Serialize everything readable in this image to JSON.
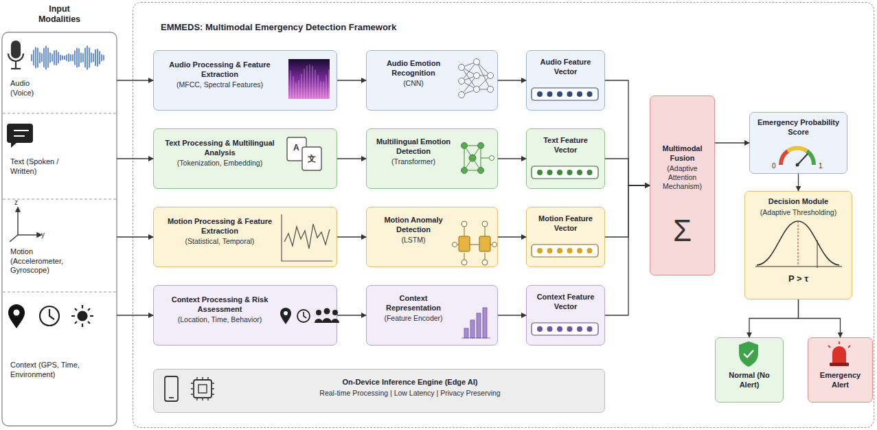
{
  "diagram": {
    "nodes": [
      {
        "text": [
          "Input Modalities"
        ]
      },
      {
        "text": [
          "Audio (Voice)"
        ],
        "in": 0
      },
      {
        "text": [
          "Text (Spoken / Written)"
        ],
        "in": 0
      },
      {
        "text": [
          "Motion (Accelerometer, Gyroscope)"
        ],
        "in": 0
      },
      {
        "text": [
          "Context (GPS, Time, Environment)"
        ],
        "in": 0
      },
      {
        "text": [
          "EMMEDS: Multimodal Emergency Detection Framework"
        ]
      },
      {
        "text": [
          "Audio Processing & Feature Extraction",
          "(MFCC, Spectral Features)"
        ],
        "in": 5
      },
      {
        "text": [
          "Audio Emotion Recognition",
          "(CNN)"
        ],
        "in": 5
      },
      {
        "text": [
          "Audio Feature Vector"
        ],
        "in": 5
      },
      {
        "text": [
          "Text Processing & Multilingual Analysis",
          "(Tokenization, Embedding)"
        ],
        "in": 5
      },
      {
        "text": [
          "Multilingual Emotion Detection",
          "(Transformer)"
        ],
        "in": 5
      },
      {
        "text": [
          "Text Feature Vector"
        ],
        "in": 5
      },
      {
        "text": [
          "Motion Processing & Feature Extraction",
          "(Statistical, Temporal)"
        ],
        "in": 5
      },
      {
        "text": [
          "Motion Anomaly Detection",
          "(LSTM)"
        ],
        "in": 5
      },
      {
        "text": [
          "Motion Feature Vector"
        ],
        "in": 5
      },
      {
        "text": [
          "Context Processing & Risk Assessment",
          "(Location, Time, Behavior)"
        ],
        "in": 5
      },
      {
        "text": [
          "Context Representation",
          "(Feature Encoder)"
        ],
        "in": 5
      },
      {
        "text": [
          "Context Feature Vector"
        ],
        "in": 5
      },
      {
        "text": [
          "Multimodal Fusion",
          "(Adaptive Attention Mechanism)",
          "Σ"
        ],
        "in": 5
      },
      {
        "text": [
          "Emergency Probability Score"
        ],
        "in": 5
      },
      {
        "text": [
          "Decision Module",
          "(Adaptive Thresholding)",
          "P > τ"
        ],
        "in": 5
      },
      {
        "text": [
          "Normal (No Alert)"
        ],
        "in": 5
      },
      {
        "text": [
          "Emergency Alert"
        ],
        "in": 5
      },
      {
        "text": [
          "On-Device Inference Engine (Edge AI)",
          "Real-time Processing | Low Latency | Privacy Preserving"
        ],
        "in": 5
      }
    ],
    "edges": [
      {
        "from": 1,
        "to": 6,
        "arrow": "to"
      },
      {
        "from": 2,
        "to": 9,
        "arrow": "to"
      },
      {
        "from": 3,
        "to": 12,
        "arrow": "to"
      },
      {
        "from": 4,
        "to": 15,
        "arrow": "to"
      },
      {
        "from": 6,
        "to": 7,
        "arrow": "to"
      },
      {
        "from": 7,
        "to": 8,
        "arrow": "to"
      },
      {
        "from": 9,
        "to": 10,
        "arrow": "to"
      },
      {
        "from": 10,
        "to": 11,
        "arrow": "to"
      },
      {
        "from": 12,
        "to": 13,
        "arrow": "to"
      },
      {
        "from": 13,
        "to": 14,
        "arrow": "to"
      },
      {
        "from": 15,
        "to": 16,
        "arrow": "to"
      },
      {
        "from": 16,
        "to": 17,
        "arrow": "to"
      },
      {
        "from": 8,
        "to": 18,
        "arrow": "to"
      },
      {
        "from": 11,
        "to": 18,
        "arrow": "to"
      },
      {
        "from": 14,
        "to": 18,
        "arrow": "to"
      },
      {
        "from": 17,
        "to": 18,
        "arrow": "to"
      },
      {
        "from": 18,
        "to": 19,
        "arrow": "to"
      },
      {
        "from": 19,
        "to": 20,
        "arrow": "to"
      },
      {
        "from": 20,
        "to": 21,
        "arrow": "to"
      },
      {
        "from": 20,
        "to": 22,
        "arrow": "to"
      }
    ],
    "labels": [
      "z",
      "y",
      "A",
      "文",
      "0",
      "1"
    ]
  }
}
